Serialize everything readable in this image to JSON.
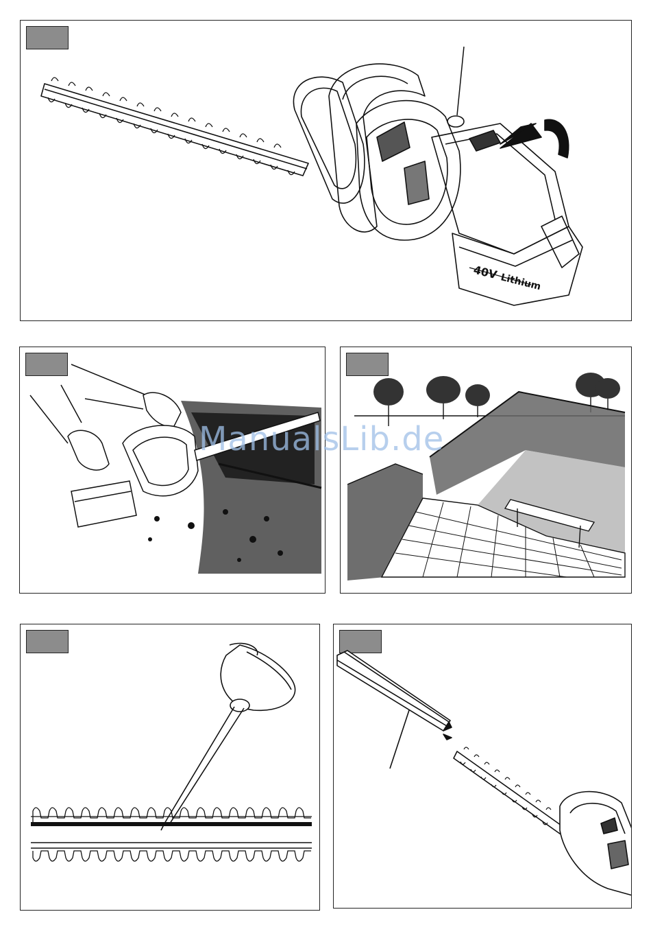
{
  "battery": {
    "voltage_label": "40V",
    "chemistry_label": "Lithium"
  },
  "watermark": {
    "text": "ManualsLib.de"
  }
}
